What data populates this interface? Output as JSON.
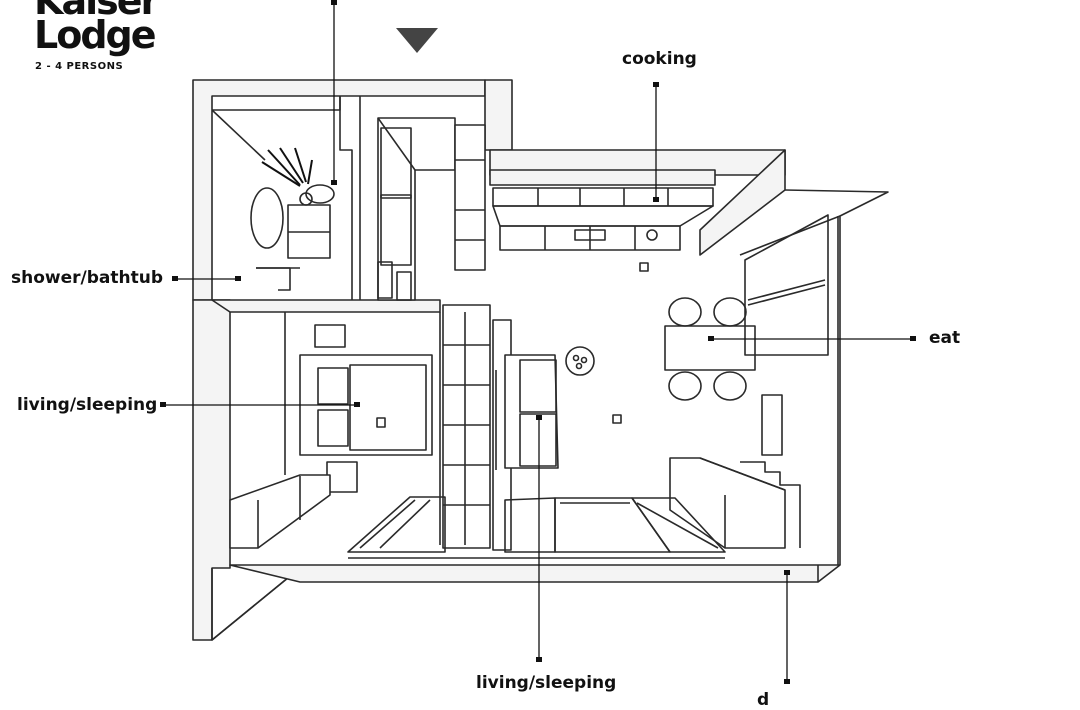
{
  "brand": {
    "title_line1": "Kaiser",
    "title_line2": "Lodge",
    "subtitle": "2 - 4 PERSONS"
  },
  "labels": {
    "cooking": "cooking",
    "shower": "shower/bathtub",
    "eat": "eat",
    "living_left": "living/sleeping",
    "living_bottom": "living/sleeping",
    "bottom_right_partial": "d"
  },
  "colors": {
    "line": "#2a2a2a",
    "wall_fill": "#f4f4f4",
    "marker": "#444444"
  }
}
